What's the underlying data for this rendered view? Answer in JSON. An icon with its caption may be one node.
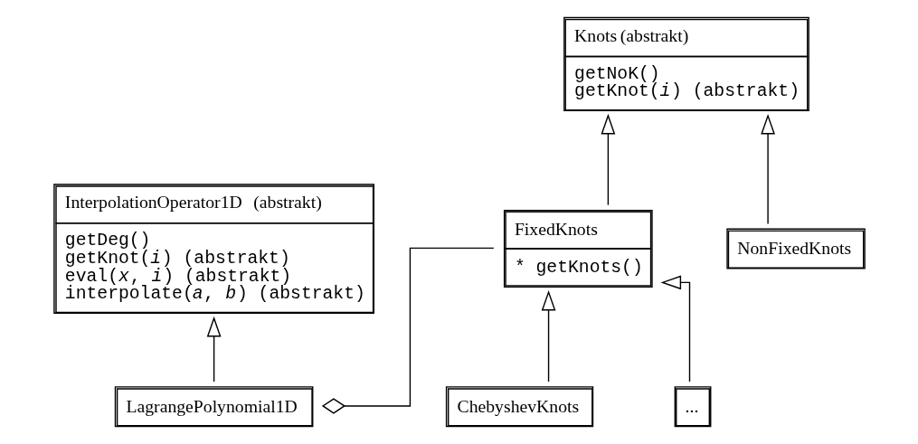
{
  "diagram": {
    "nodes": [
      {
        "text": [
          "**InterpolationOperator1D** (abstrakt)",
          "getDeg()",
          "getKnot(*i*) (abstrakt)",
          "eval(*x*, *i*) (abstrakt)",
          "interpolate(*a*, *b*) (abstrakt)"
        ]
      },
      {
        "text": [
          "**Knots** (abstrakt)",
          "getNoK()",
          "getKnot(*i*) (abstrakt)"
        ]
      },
      {
        "text": [
          "LagrangePolynomial1D"
        ]
      },
      {
        "text": [
          "FixedKnots",
          "* getKnots()"
        ]
      },
      {
        "text": [
          "NonFixedKnots"
        ]
      },
      {
        "text": [
          "ChebyshevKnots"
        ]
      },
      {
        "text": [
          "..."
        ]
      }
    ],
    "edges": [
      {
        "from": 2,
        "to": 0,
        "arrow": "to"
      },
      {
        "from": 3,
        "to": 1,
        "arrow": "to"
      },
      {
        "from": 4,
        "to": 1,
        "arrow": "to"
      },
      {
        "from": 2,
        "to": 3,
        "arrow": "other"
      },
      {
        "from": 5,
        "to": 3,
        "arrow": "to"
      },
      {
        "from": 6,
        "to": 3,
        "arrow": "to"
      }
    ]
  }
}
